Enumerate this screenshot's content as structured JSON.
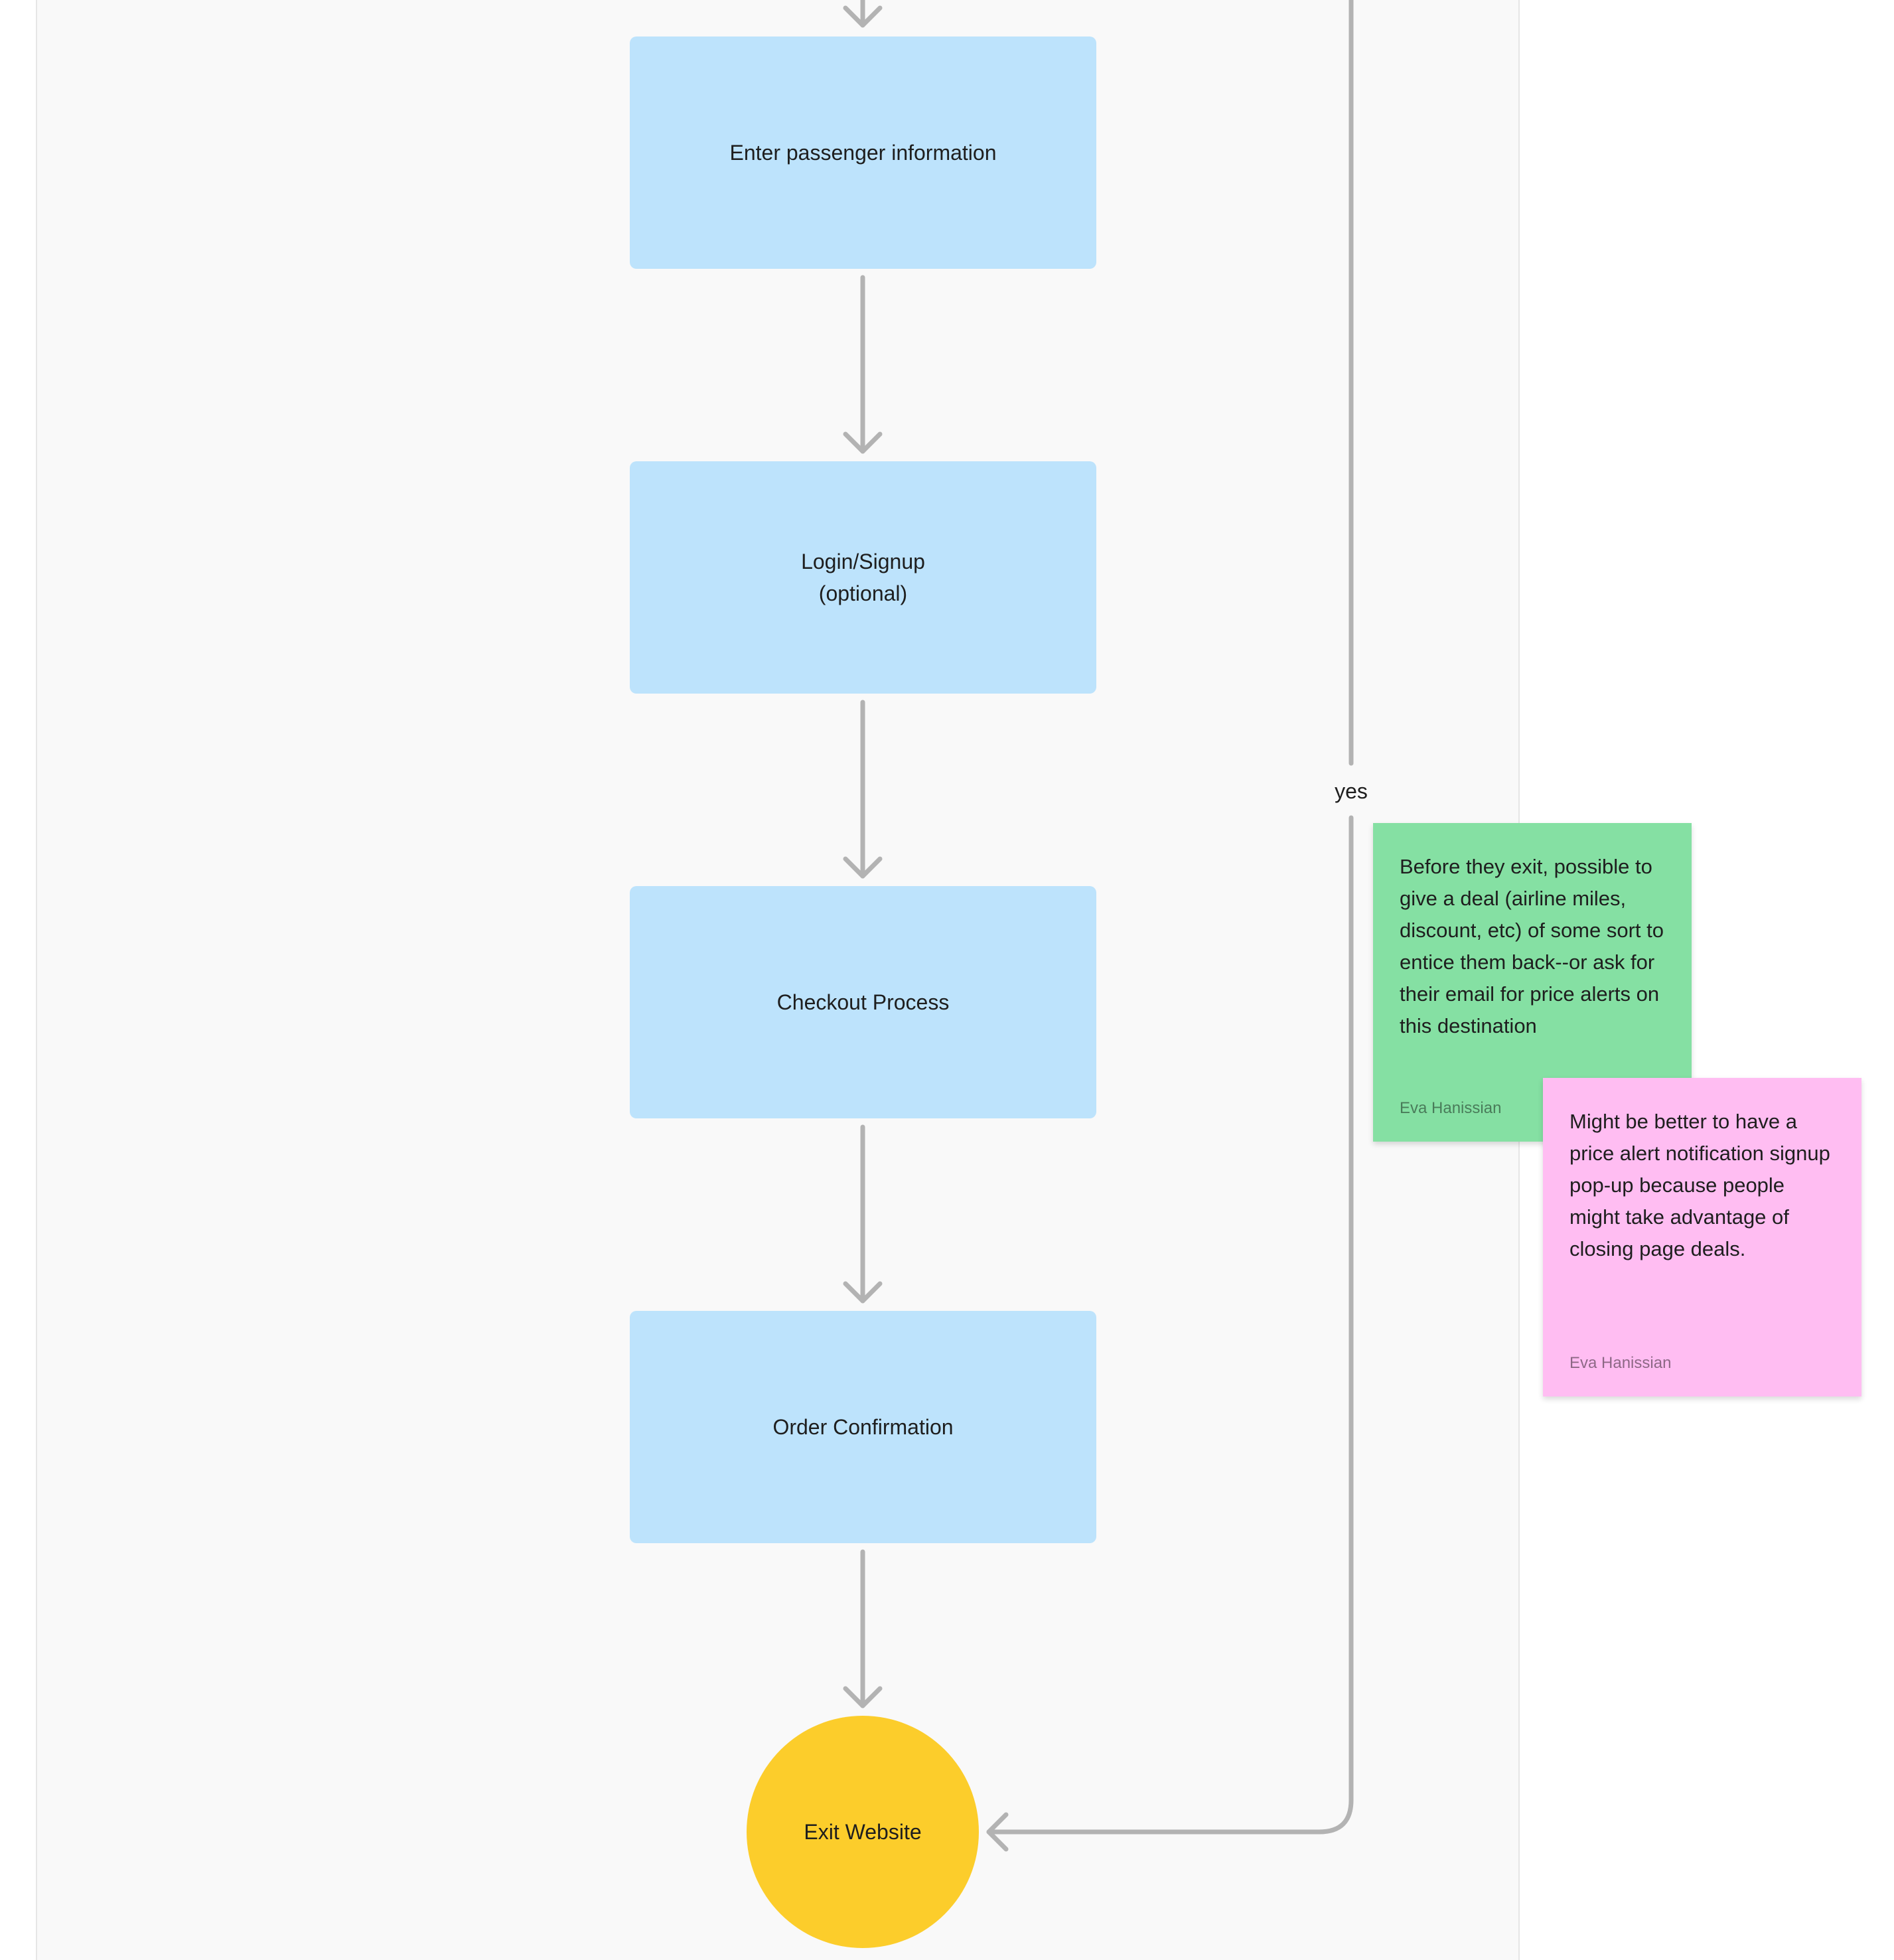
{
  "colors": {
    "section_bg": "#f9f9f9",
    "process_fill": "#bde3fc",
    "terminal_fill": "#fccd2b",
    "connector": "#b3b3b3",
    "sticky_green": "#85e0a3",
    "sticky_pink": "#ffbdf2",
    "text": "#1e1e1e"
  },
  "nodes": {
    "passenger_info": "Enter passenger information",
    "login_signup": "Login/Signup\n(optional)",
    "checkout": "Checkout Process",
    "order_confirmation": "Order Confirmation",
    "exit_website": "Exit Website"
  },
  "edge_labels": {
    "yes": "yes"
  },
  "stickies": [
    {
      "color": "green",
      "text": "Before they exit, possible to give a deal (airline miles, discount, etc) of some sort to entice them back--or ask for their email for price alerts on this destination",
      "author": "Eva Hanissian"
    },
    {
      "color": "pink",
      "text": "Might be better to have a price alert notification signup pop-up because people might take advantage of closing page deals.",
      "author": "Eva Hanissian"
    }
  ]
}
